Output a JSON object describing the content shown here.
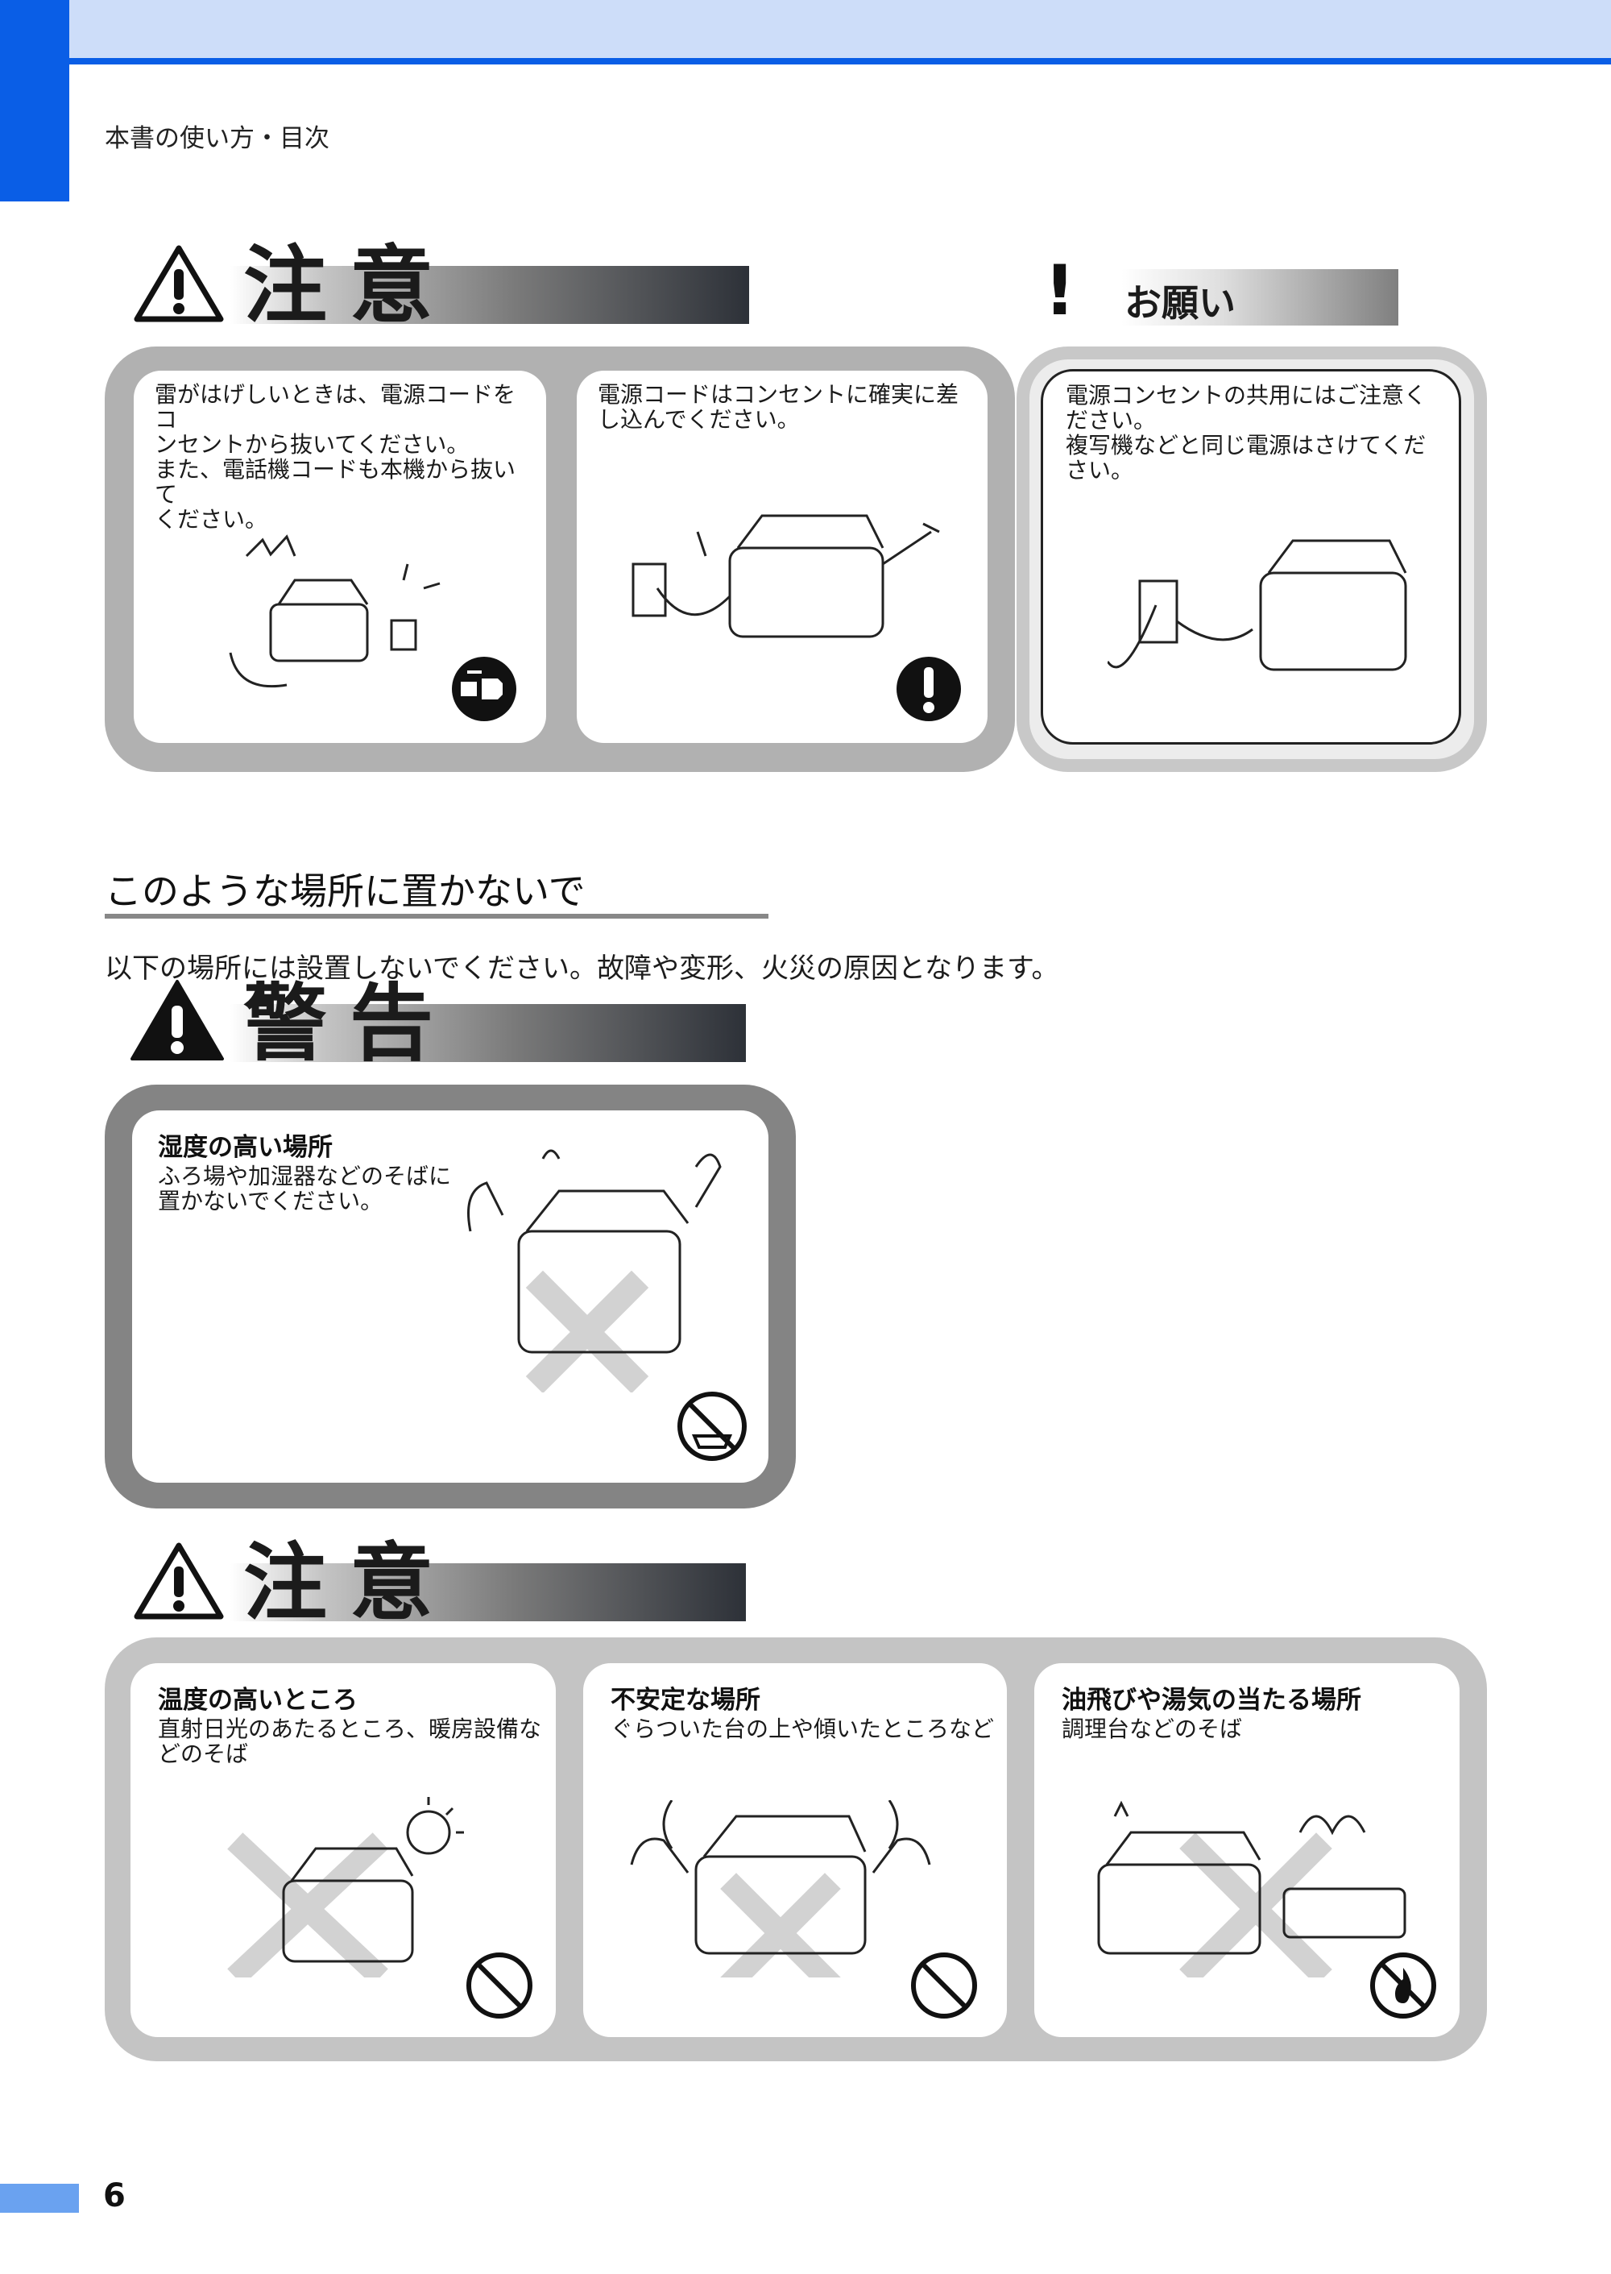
{
  "header": {
    "breadcrumb": "本書の使い方・目次"
  },
  "caution_heading": {
    "label": "注意"
  },
  "onegai_heading": {
    "label": "お願い"
  },
  "caution_cards": [
    {
      "text_lines": [
        "雷がはげしいときは、電源コードをコ",
        "ンセントから抜いてください。",
        "また、電話機コードも本機から抜いて",
        "ください。"
      ]
    },
    {
      "text_lines": [
        "電源コードはコンセントに確実に差",
        "し込んでください。"
      ]
    }
  ],
  "onegai_card": {
    "text_lines": [
      "電源コンセントの共用にはご注意く",
      "ださい。",
      "複写機などと同じ電源はさけてくだ",
      "さい。"
    ]
  },
  "section": {
    "title": "このような場所に置かないで",
    "intro": "以下の場所には設置しないでください。故障や変形、火災の原因となります。"
  },
  "warning_heading": {
    "label": "警告"
  },
  "warning_card": {
    "title": "湿度の高い場所",
    "text_lines": [
      "ふろ場や加湿器などのそばに",
      "置かないでください。"
    ]
  },
  "caution_heading_2": {
    "label": "注意"
  },
  "caution_cards_2": [
    {
      "title": "温度の高いところ",
      "text_lines": [
        "直射日光のあたるところ、暖房設備な",
        "どのそば"
      ]
    },
    {
      "title": "不安定な場所",
      "text_lines": [
        "ぐらついた台の上や傾いたところなど"
      ]
    },
    {
      "title": "油飛びや湯気の当たる場所",
      "text_lines": [
        "調理台などのそば"
      ]
    }
  ],
  "footer": {
    "page_number": "6"
  },
  "colors": {
    "accent_blue": "#0a5ee6",
    "header_band": "#cdddf9",
    "page_tab": "#6aa2f0"
  }
}
